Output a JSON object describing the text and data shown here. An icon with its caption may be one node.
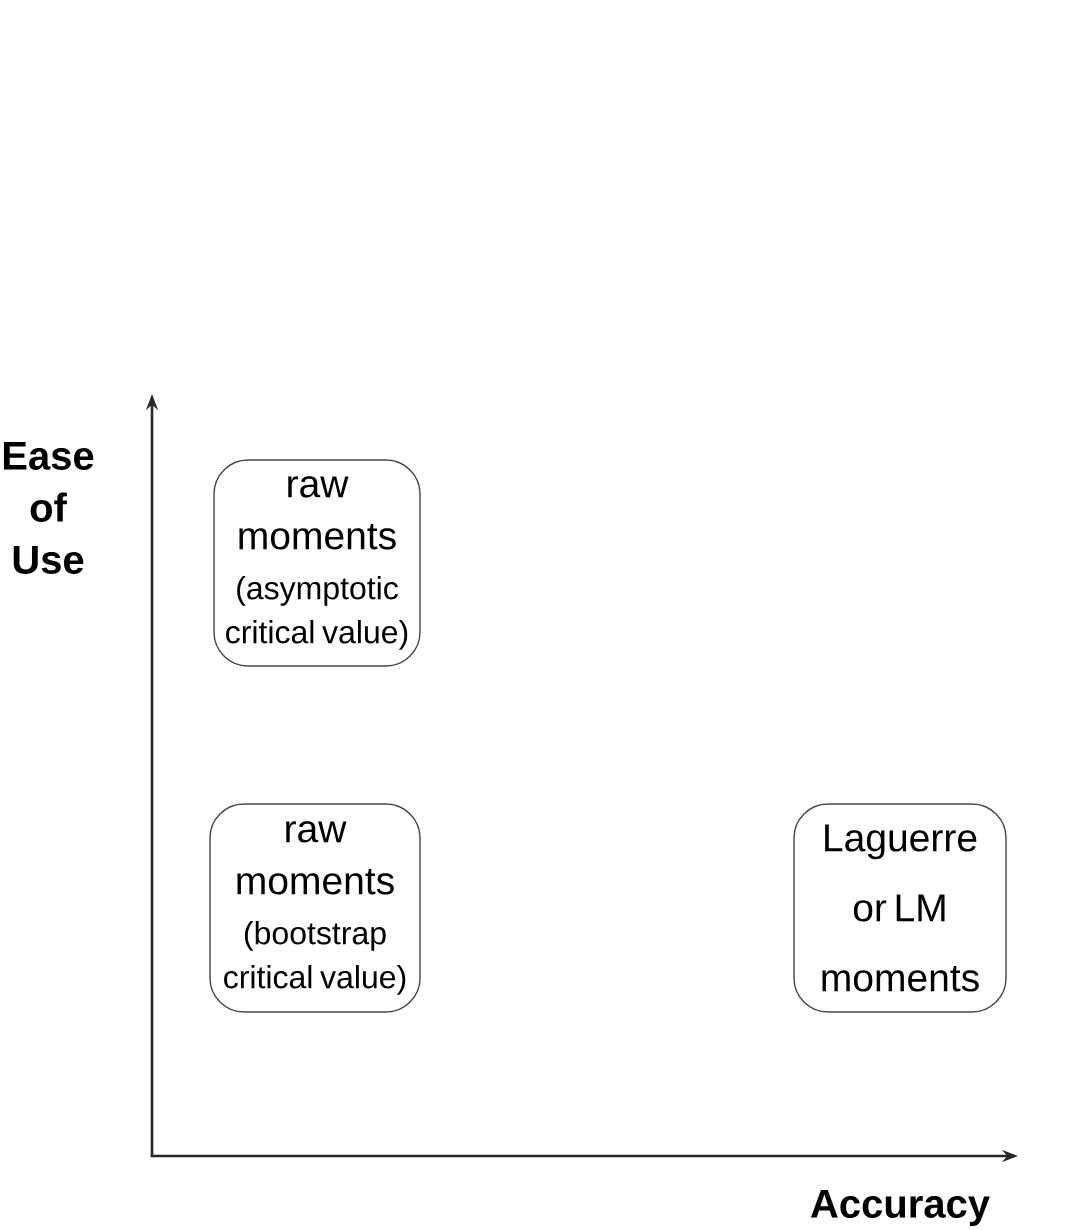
{
  "diagram": {
    "nodes": [
      {
        "text": [
          "raw moments",
          "(asymptotic critical value)"
        ]
      },
      {
        "text": [
          "raw moments",
          "(bootstrap critical value)"
        ]
      },
      {
        "text": [
          "Laguerre or LM moments"
        ]
      }
    ],
    "labels": [
      "Ease of Use",
      "Accuracy"
    ]
  }
}
